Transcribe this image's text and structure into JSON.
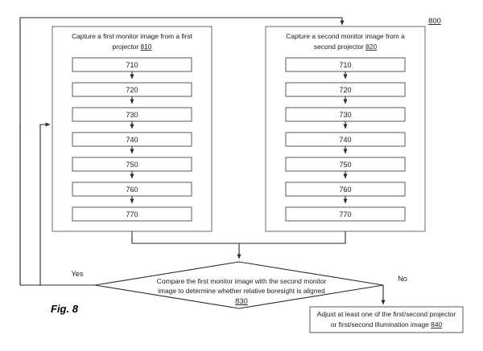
{
  "figure": {
    "label": "Fig. 8",
    "reference_tag": "800"
  },
  "columns": [
    {
      "title_line1": "Capture a first monitor image from a first",
      "title_line2": "projector",
      "title_ref": "810",
      "steps": [
        "710",
        "720",
        "730",
        "740",
        "750",
        "760",
        "770"
      ]
    },
    {
      "title_line1": "Capture a second monitor image from a",
      "title_line2": "second projector",
      "title_ref": "820",
      "steps": [
        "710",
        "720",
        "730",
        "740",
        "750",
        "760",
        "770"
      ]
    }
  ],
  "decision": {
    "line1": "Compare the first monitor image with the second monitor",
    "line2": "image to determine whether relative boresight is aligned",
    "ref": "830",
    "yes_label": "Yes",
    "no_label": "No"
  },
  "adjust_box": {
    "line1": "Adjust at least one of the first/second projector",
    "line2": "or first/second illumination image",
    "ref": "840"
  }
}
